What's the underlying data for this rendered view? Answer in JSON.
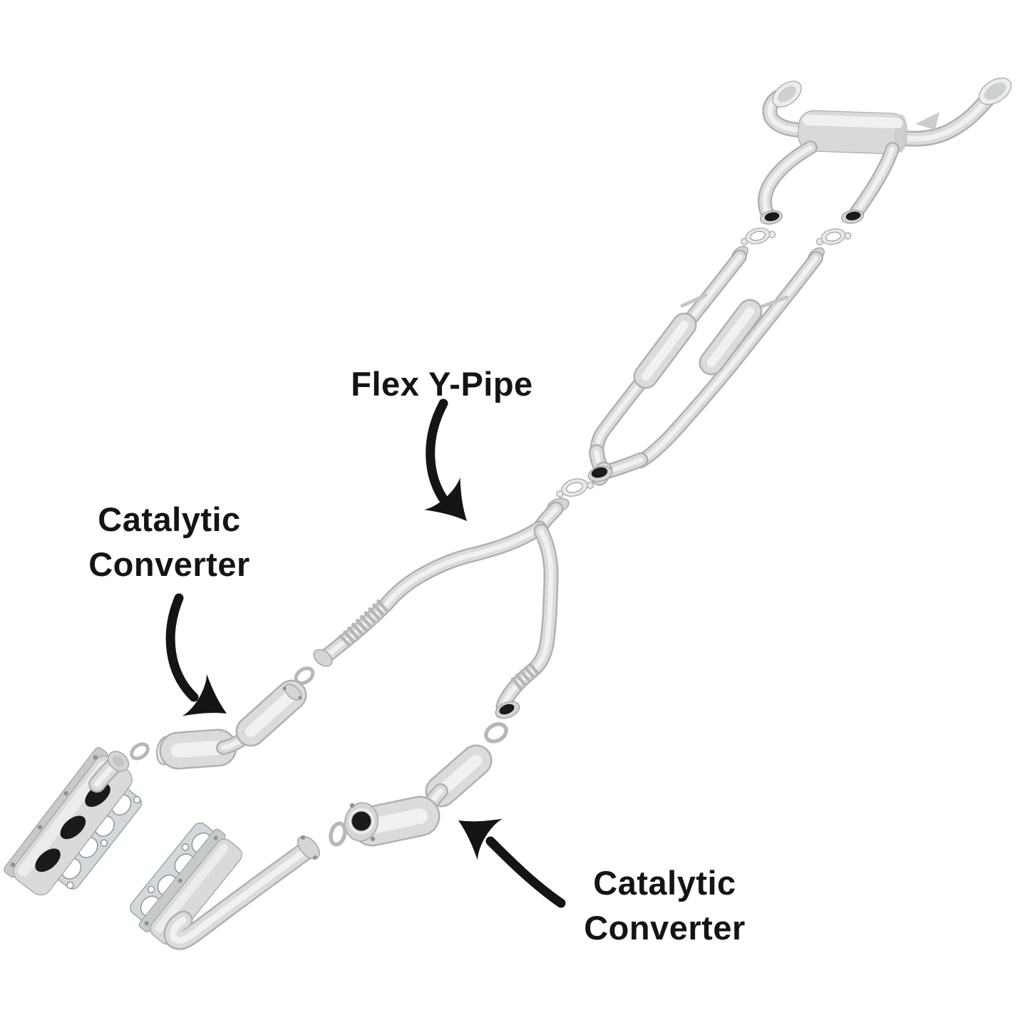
{
  "scene": {
    "kind": "exploded-exhaust-system-diagram",
    "background": "#ffffff"
  },
  "labels": {
    "flex_y_pipe": {
      "text": "Flex Y-Pipe"
    },
    "catalytic_converter_left": {
      "line1": "Catalytic",
      "line2": "Converter"
    },
    "catalytic_converter_right": {
      "line1": "Catalytic",
      "line2": "Converter"
    }
  },
  "colors": {
    "background": "#ffffff",
    "ink": "#141416",
    "metal_mid": "#d9dbdc",
    "metal_shadow": "#aeb1b3",
    "metal_highlight": "#f0f1f2",
    "plate": "#d3d5d6",
    "plate_edge": "#a5a8aa",
    "gasket": "#d3d8da",
    "opening": "#1a1a1c"
  },
  "parts": [
    "rear-muffler-assembly",
    "tailpipe-tip-left",
    "tailpipe-tip-right",
    "muffler-downpipe-left",
    "muffler-downpipe-right",
    "flange-gasket-left",
    "flange-gasket-right",
    "intermediate-pipe-left",
    "intermediate-pipe-right",
    "resonator-left",
    "resonator-right",
    "y-collector",
    "collector-gasket",
    "flex-y-pipe",
    "flex-section-left",
    "flex-section-right",
    "donut-gasket-left-branch",
    "donut-gasket-right-branch",
    "catalytic-converter-left",
    "catalytic-converter-right",
    "donut-gasket-left-cat-inlet",
    "donut-gasket-right-cat-inlet",
    "exhaust-manifold-left",
    "exhaust-manifold-right",
    "manifold-gasket-left",
    "manifold-gasket-right",
    "front-pipe-right"
  ]
}
